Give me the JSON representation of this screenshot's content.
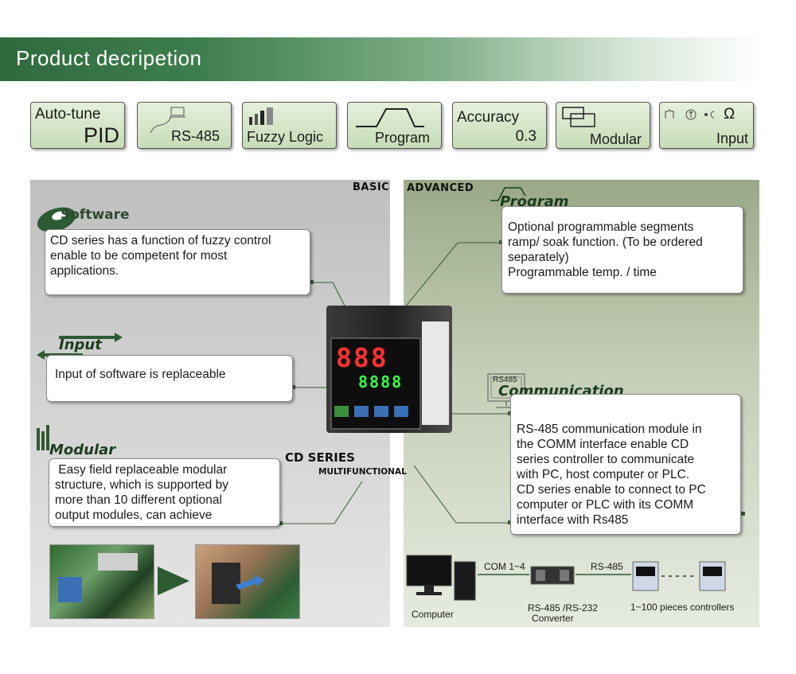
{
  "header": {
    "title": "Product decripetion"
  },
  "features": [
    {
      "line1": "Auto-tune",
      "line2": "PID",
      "icon": "pid-icon"
    },
    {
      "label": "RS-485",
      "icon": "rs485-icon"
    },
    {
      "label": "Fuzzy Logic",
      "icon": "fuzzy-logic-icon"
    },
    {
      "label": "Program",
      "icon": "program-ramp-icon"
    },
    {
      "line1": "Accuracy",
      "line2": "0.3",
      "icon": "accuracy-icon"
    },
    {
      "label": "Modular",
      "icon": "modular-icon"
    },
    {
      "symbols": "Ω",
      "label": "Input",
      "icon": "input-types-icon"
    }
  ],
  "basic": {
    "tag": "BASIC",
    "software": {
      "title": "Software",
      "lines": [
        "CD series has a function of fuzzy control",
        "enable to be competent for most",
        "applications."
      ]
    },
    "input": {
      "title": "Input",
      "lines": [
        "Input of software is replaceable"
      ]
    },
    "modular": {
      "title": "Modular",
      "lines": [
        " Easy field replaceable modular",
        "structure, which is supported by",
        "more than 10 different optional",
        "output modules, can achieve"
      ]
    },
    "series": {
      "name": "CD SERIES",
      "sub": "MULTIFUNCTIONAL"
    }
  },
  "advanced": {
    "tag": "ADVANCED",
    "program": {
      "title": "Program",
      "lines": [
        "Optional programmable segments",
        "ramp/ soak function. (To be ordered",
        "separately)",
        "Programmable temp. / time"
      ]
    },
    "communication": {
      "title": "Communication",
      "monitor_label": "RS485",
      "lines": [
        "RS-485 communication module in",
        "the COMM interface enable CD",
        "series controller to communicate",
        "with PC, host computer or PLC.",
        "CD series enable to connect to PC",
        "computer or PLC with its COMM",
        "interface with Rs485"
      ]
    }
  },
  "controller": {
    "pv": "888",
    "sv": "8888"
  },
  "network": {
    "computer_label": "Computer",
    "com_label": "COM 1~4",
    "converter_label_1": "RS-485 /RS-232",
    "converter_label_2": "Converter",
    "rs485_label": "RS-485",
    "controllers_label": "1~100 pieces controllers"
  },
  "colors": {
    "banner": "#2f6a3e",
    "feature_box": "#d6e6c9",
    "title_green": "#1b3d1f",
    "pv_red": "#ff3030",
    "sv_green": "#39ff4a"
  }
}
